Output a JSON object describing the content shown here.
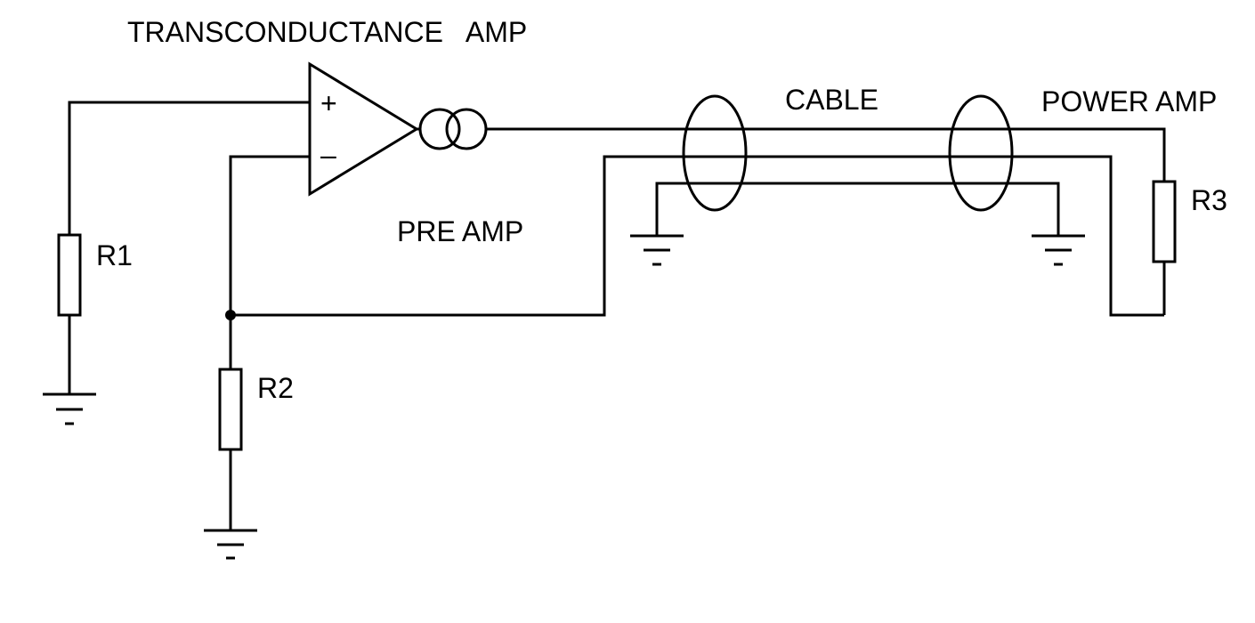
{
  "labels": {
    "transconductance_amp": "TRANSCONDUCTANCE   AMP",
    "pre_amp": "PRE AMP",
    "cable": "CABLE",
    "power_amp": "POWER AMP",
    "plus_sign": "+",
    "minus_sign": "–"
  },
  "components": {
    "r1": "R1",
    "r2": "R2",
    "r3": "R3"
  },
  "colors": {
    "stroke": "#000000",
    "background": "#ffffff"
  }
}
